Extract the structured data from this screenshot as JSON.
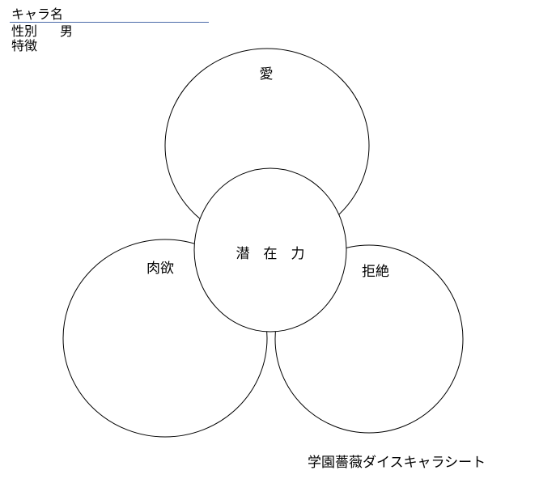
{
  "header": {
    "name_label": "キャラ名",
    "gender_label": "性別",
    "gender_value": "男",
    "traits_label": "特徴"
  },
  "diagram": {
    "top": "愛",
    "left": "肉欲",
    "right": "拒絶",
    "center": "潜　在　力"
  },
  "footer": "学園薔薇ダイスキャラシート"
}
